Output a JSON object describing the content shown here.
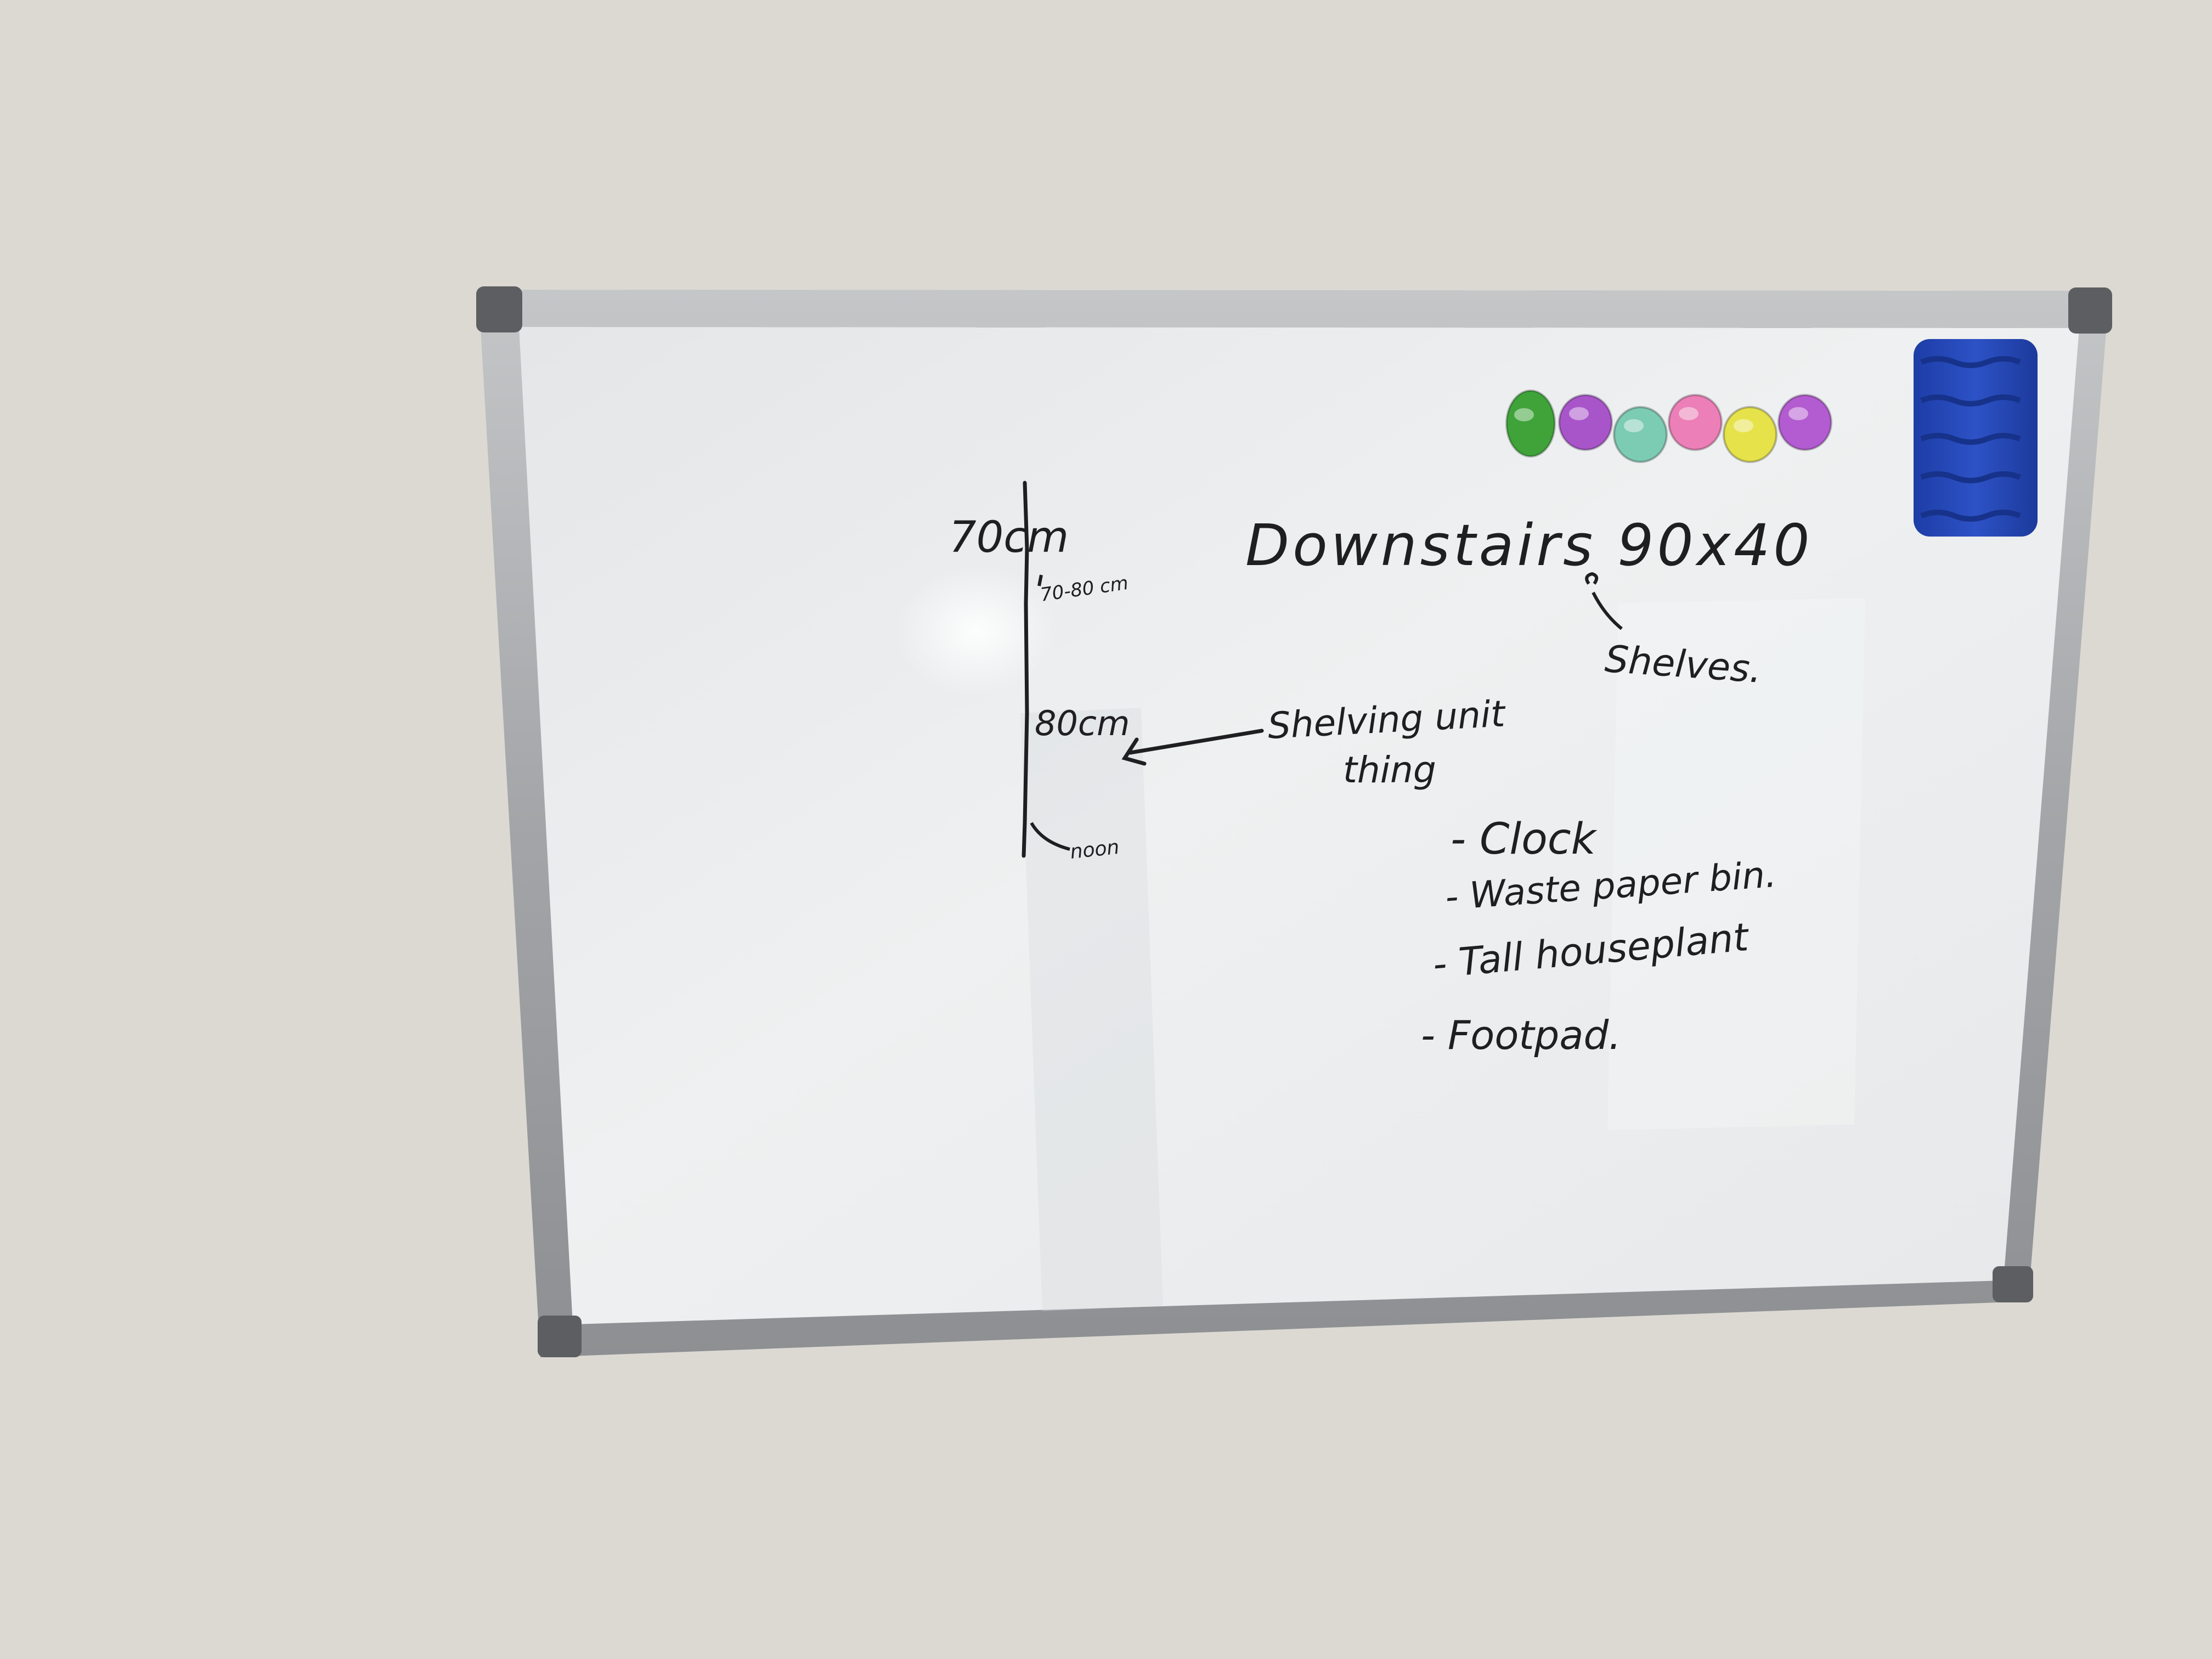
{
  "whiteboard": {
    "height_scale": {
      "top_label": "70cm",
      "upper_note": "70-80 cm",
      "middle_label": "80cm",
      "bottom_label": "noon"
    },
    "heading": "Downstairs 90x40",
    "heading_note": "Shelves.",
    "arrow_note_line1": "Shelving unit",
    "arrow_note_line2": "thing",
    "list": [
      "- Clock",
      "- Waste paper bin.",
      "- Tall houseplant",
      "- Footpad."
    ]
  },
  "colors": {
    "wall": "#dcd9d3",
    "board_surface": "#e9ebec",
    "frame": "#a9abad",
    "corner": "#5c5e61",
    "ink": "#1f1f22",
    "eraser": "#2749b8"
  },
  "magnets": [
    {
      "color": "#3fa33a",
      "shape": "oval"
    },
    {
      "color": "#a855c9",
      "shape": "round"
    },
    {
      "color": "#7ccbb3",
      "shape": "round"
    },
    {
      "color": "#ec7fb7",
      "shape": "round"
    },
    {
      "color": "#e6e24a",
      "shape": "round"
    },
    {
      "color": "#b35bd0",
      "shape": "round"
    }
  ]
}
